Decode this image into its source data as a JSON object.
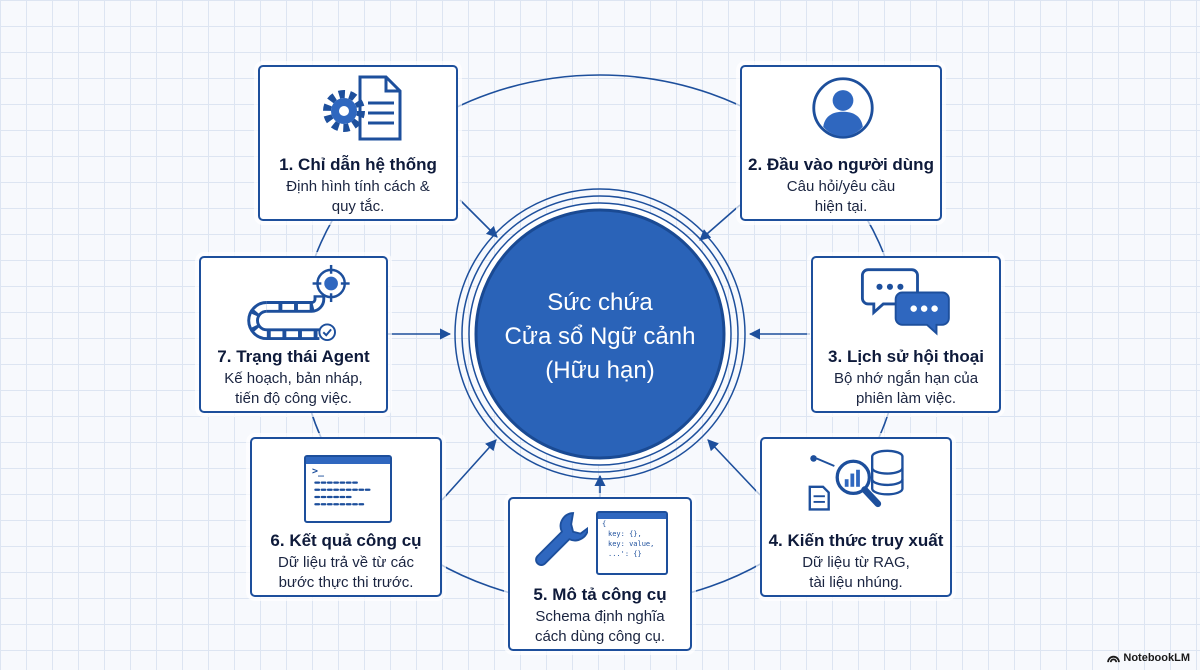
{
  "center": {
    "line1": "Sức chứa",
    "line2": "Cửa sổ Ngữ cảnh",
    "line3": "(Hữu hạn)"
  },
  "cards": [
    {
      "title": "1. Chỉ dẫn hệ thống",
      "desc1": "Định hình tính cách &",
      "desc2": "quy tắc.",
      "icon": "gear-document-icon"
    },
    {
      "title": "2. Đầu vào người dùng",
      "desc1": "Câu hỏi/yêu cầu",
      "desc2": "hiện tại.",
      "icon": "user-icon"
    },
    {
      "title": "3. Lịch sử hội thoại",
      "desc1": "Bộ nhớ ngắn hạn của",
      "desc2": "phiên làm việc.",
      "icon": "chat-bubbles-icon"
    },
    {
      "title": "4. Kiến thức truy xuất",
      "desc1": "Dữ liệu từ RAG,",
      "desc2": "tài liệu nhúng.",
      "icon": "database-search-icon"
    },
    {
      "title": "5. Mô tả công cụ",
      "desc1": "Schema định nghĩa",
      "desc2": "cách dùng công cụ.",
      "icon": "wrench-code-icon",
      "code1": "{",
      "code2": "key: {},",
      "code3": "key: value,",
      "code4": "...': {}"
    },
    {
      "title": "6. Kết quả công cụ",
      "desc1": "Dữ liệu trả về từ các",
      "desc2": "bước thực thi trước.",
      "icon": "terminal-icon",
      "prompt": ">_"
    },
    {
      "title": "7. Trạng thái Agent",
      "desc1": "Kế hoạch, bản nháp,",
      "desc2": "tiến độ công việc.",
      "icon": "path-target-icon"
    }
  ],
  "brand": {
    "label": "NotebookLM"
  },
  "colors": {
    "primary": "#1d4f9c",
    "center_fill": "#2a63b8",
    "icon_fill": "#2f67bf",
    "grid": "#dde5f2"
  }
}
